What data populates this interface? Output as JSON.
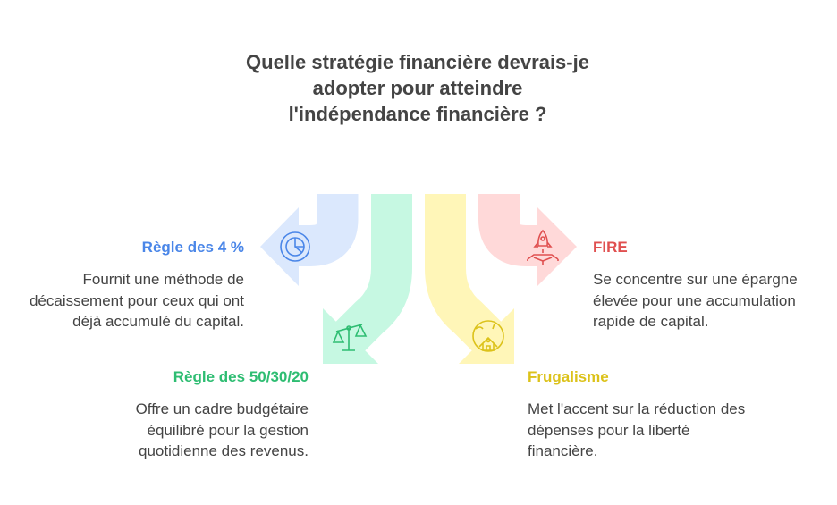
{
  "title": "Quelle stratégie financière devrais-je adopter pour atteindre l'indépendance financière ?",
  "colors": {
    "blue": "#4a86e8",
    "green": "#2ebd72",
    "yellow": "#dcc21a",
    "red": "#e05050",
    "text": "#444444"
  },
  "branches": [
    {
      "heading": "Règle des 4 %",
      "description": "Fournit une méthode de décaissement pour ceux qui ont déjà accumulé du capital.",
      "icon": "pie-chart-icon"
    },
    {
      "heading": "Règle des 50/30/20",
      "description": "Offre un cadre budgétaire équilibré pour la gestion quotidienne des revenus.",
      "icon": "balance-scale-icon"
    },
    {
      "heading": "Frugalisme",
      "description": "Met l'accent sur la réduction des dépenses pour la liberté financière.",
      "icon": "house-globe-icon"
    },
    {
      "heading": "FIRE",
      "description": "Se concentre sur une épargne élevée pour une accumulation rapide de capital.",
      "icon": "rocket-icon"
    }
  ]
}
